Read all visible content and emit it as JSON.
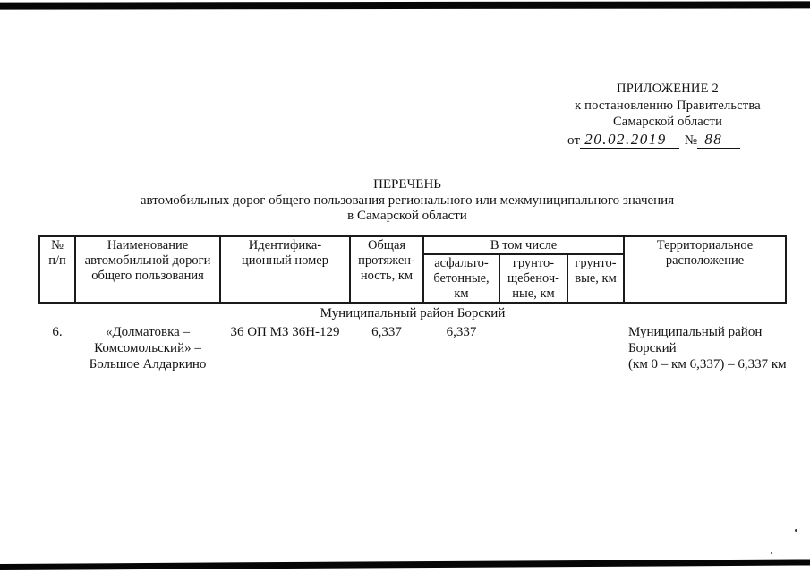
{
  "appendix": {
    "title": "ПРИЛОЖЕНИЕ 2",
    "line2": "к постановлению Правительства",
    "line3": "Самарской области",
    "date_prefix": "от",
    "date_value": "20.02.2019",
    "number_sign": "№",
    "number_value": "88"
  },
  "title": {
    "heading": "ПЕРЕЧЕНЬ",
    "subtitle": "автомобильных дорог общего пользования регионального или межмуниципального значения",
    "region": "в Самарской области"
  },
  "table": {
    "headers": {
      "num": "№\nп/п",
      "name": "Наименование\nавтомобильной дороги\nобщего пользования",
      "id": "Идентифика-\nционный номер",
      "length": "Общая\nпротяжен-\nность, км",
      "including": "В том числе",
      "asphalt": "асфальто-\nбетонные,\nкм",
      "gravel": "грунто-\nщебеноч-\nные, км",
      "dirt": "грунто-\nвые, км",
      "territory": "Территориальное\nрасположение"
    },
    "section_heading": "Муниципальный район Борский",
    "rows": [
      {
        "num": "6.",
        "name": "«Долматовка –\nКомсомольский» –\nБольшое Алдаркино",
        "id": "36 ОП МЗ 36Н-129",
        "length": "6,337",
        "asphalt": "6,337",
        "gravel": "",
        "dirt": "",
        "territory": "Муниципальный район\nБорский\n(км 0 – км 6,337) – 6,337 км"
      }
    ]
  }
}
